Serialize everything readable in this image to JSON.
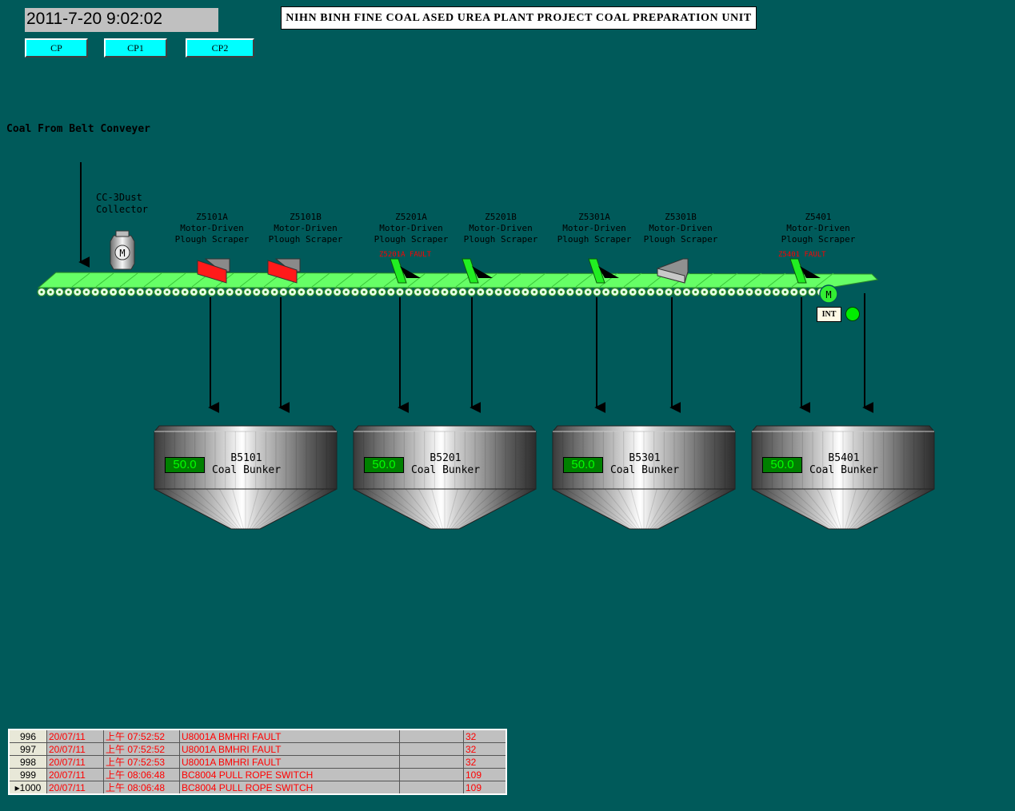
{
  "header": {
    "datetime": "2011-7-20 9:02:02",
    "title": "NIHN BINH FINE COAL ASED UREA PLANT PROJECT COAL PREPARATION UNIT"
  },
  "nav": {
    "buttons": [
      "CP",
      "CP1",
      "CP2"
    ]
  },
  "source_label": "Coal From Belt Conveyer",
  "dust_collector": {
    "line1": "CC-3Dust",
    "line2": "Collector",
    "motor_symbol": "M"
  },
  "scrapers": [
    {
      "tag": "Z5101A",
      "line1": "Motor-Driven",
      "line2": "Plough Scraper",
      "state": "fault-red",
      "fault_text": ""
    },
    {
      "tag": "Z5101B",
      "line1": "Motor-Driven",
      "line2": "Plough Scraper",
      "state": "fault-red",
      "fault_text": ""
    },
    {
      "tag": "Z5201A",
      "line1": "Motor-Driven",
      "line2": "Plough Scraper",
      "state": "running",
      "fault_text": "Z5201A FAULT"
    },
    {
      "tag": "Z5201B",
      "line1": "Motor-Driven",
      "line2": "Plough Scraper",
      "state": "running",
      "fault_text": ""
    },
    {
      "tag": "Z5301A",
      "line1": "Motor-Driven",
      "line2": "Plough Scraper",
      "state": "running",
      "fault_text": ""
    },
    {
      "tag": "Z5301B",
      "line1": "Motor-Driven",
      "line2": "Plough Scraper",
      "state": "stopped",
      "fault_text": ""
    },
    {
      "tag": "Z5401",
      "line1": "Motor-Driven",
      "line2": "Plough Scraper",
      "state": "running",
      "fault_text": "Z5401 FAULT"
    }
  ],
  "conveyor_motor": {
    "symbol": "M",
    "int_label": "INT",
    "status_color": "#00ee00"
  },
  "bunkers": [
    {
      "tag": "B5101",
      "name": "Coal Bunker",
      "level": "50.0"
    },
    {
      "tag": "B5201",
      "name": "Coal Bunker",
      "level": "50.0"
    },
    {
      "tag": "B5301",
      "name": "Coal Bunker",
      "level": "50.0"
    },
    {
      "tag": "B5401",
      "name": "Coal Bunker",
      "level": "50.0"
    }
  ],
  "alarms": [
    {
      "idx": "996",
      "date": "20/07/11",
      "time": "上午 07:52:52",
      "text": "U8001A BMHRI FAULT",
      "extra": "",
      "code": "32"
    },
    {
      "idx": "997",
      "date": "20/07/11",
      "time": "上午 07:52:52",
      "text": "U8001A BMHRI FAULT",
      "extra": "",
      "code": "32"
    },
    {
      "idx": "998",
      "date": "20/07/11",
      "time": "上午 07:52:53",
      "text": "U8001A BMHRI FAULT",
      "extra": "",
      "code": "32"
    },
    {
      "idx": "999",
      "date": "20/07/11",
      "time": "上午 08:06:48",
      "text": "BC8004 PULL ROPE SWITCH",
      "extra": "",
      "code": "109"
    },
    {
      "idx": "1000",
      "date": "20/07/11",
      "time": "上午 08:06:48",
      "text": "BC8004 PULL ROPE SWITCH",
      "extra": "",
      "code": "109"
    }
  ],
  "alarm_cursor_row": "4",
  "colors": {
    "background": "#005a5a",
    "belt": "#66ff66",
    "scraper_running": "#22ee22",
    "scraper_fault": "#ff1a1a",
    "scraper_stopped": "#c8c8c8",
    "alarm_text": "#ff0000"
  }
}
